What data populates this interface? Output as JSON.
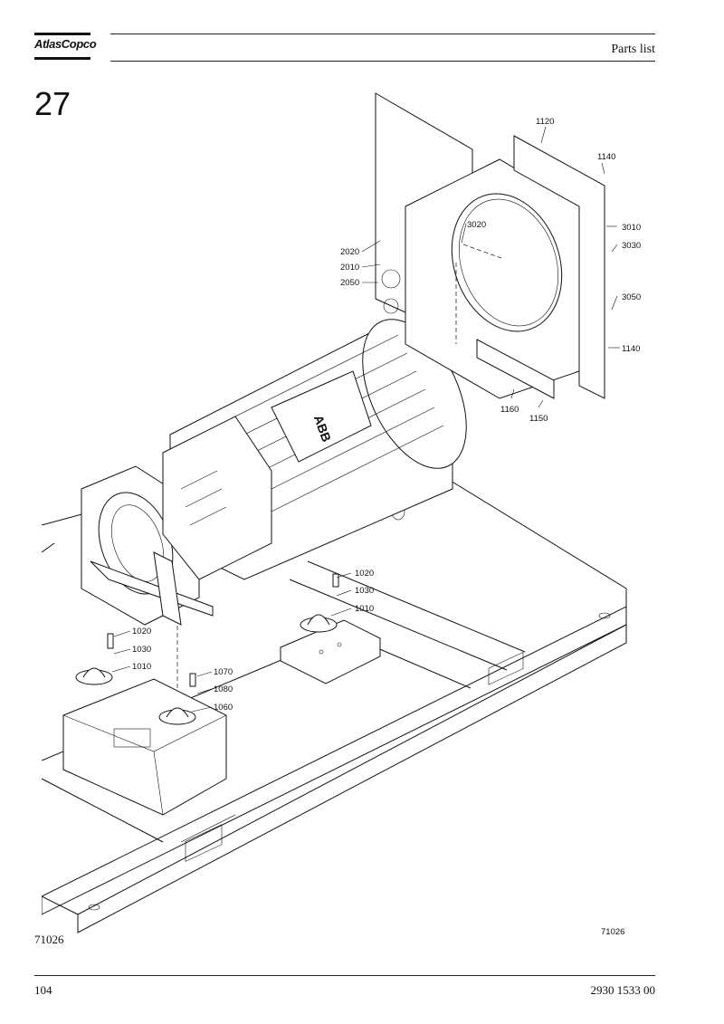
{
  "header": {
    "logo_text": "AtlasCopco",
    "title": "Parts list"
  },
  "section_number": "27",
  "drawing": {
    "figure_number_inner": "71026",
    "figure_number_outer": "71026",
    "callouts": [
      "1120",
      "1140",
      "3010",
      "3030",
      "3020",
      "2020",
      "2010",
      "2050",
      "3050",
      "1140",
      "1160",
      "1150",
      "1020",
      "1030",
      "1010",
      "1020",
      "1030",
      "1010",
      "1070",
      "1080",
      "1060"
    ],
    "motor_brand": "ABB"
  },
  "footer": {
    "page_number": "104",
    "document_number": "2930 1533 00"
  }
}
